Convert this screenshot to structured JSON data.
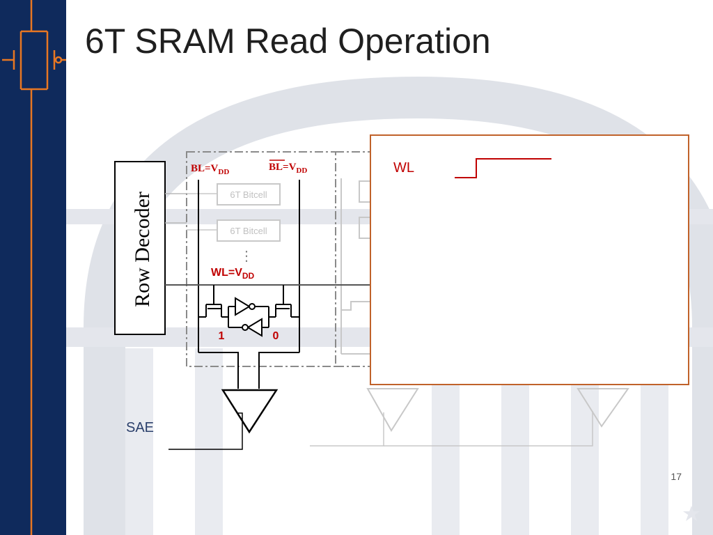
{
  "slide": {
    "title": "6T SRAM Read Operation",
    "page_number": "17"
  },
  "theme": {
    "sidebar_color": "#0f2a5c",
    "accent_color": "#e87722",
    "signal_color": "#c00000",
    "timing_box_border": "#c0622a",
    "watermark_color": "#dfe2e8"
  },
  "diagram": {
    "row_decoder_label": "Row Decoder",
    "bitcell_label": "6T Bitcell",
    "bl_label": "BL=V",
    "bl_bar_label": "BL",
    "bl_bar_suffix": "=V",
    "vdd_subscript": "DD",
    "wl_label": "WL=V",
    "wl_subscript": "DD",
    "node_left_value": "1",
    "node_right_value": "0",
    "sae_label": "SAE",
    "ellipsis": "⋮"
  },
  "timing": {
    "signals": [
      {
        "name": "WL"
      }
    ]
  }
}
